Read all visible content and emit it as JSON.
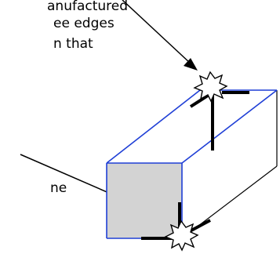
{
  "texts": {
    "line1": "anufactured",
    "line2": "ee edges",
    "line3": "n that",
    "line4": "ne"
  },
  "colors": {
    "blue_edge": "#1f3fd6",
    "black": "#000000",
    "front_fill": "#d3d3d3",
    "burst_fill": "#ffffff",
    "background": "#ffffff"
  },
  "icons": {
    "top_burst": "starburst-icon",
    "bottom_burst": "starburst-icon"
  }
}
